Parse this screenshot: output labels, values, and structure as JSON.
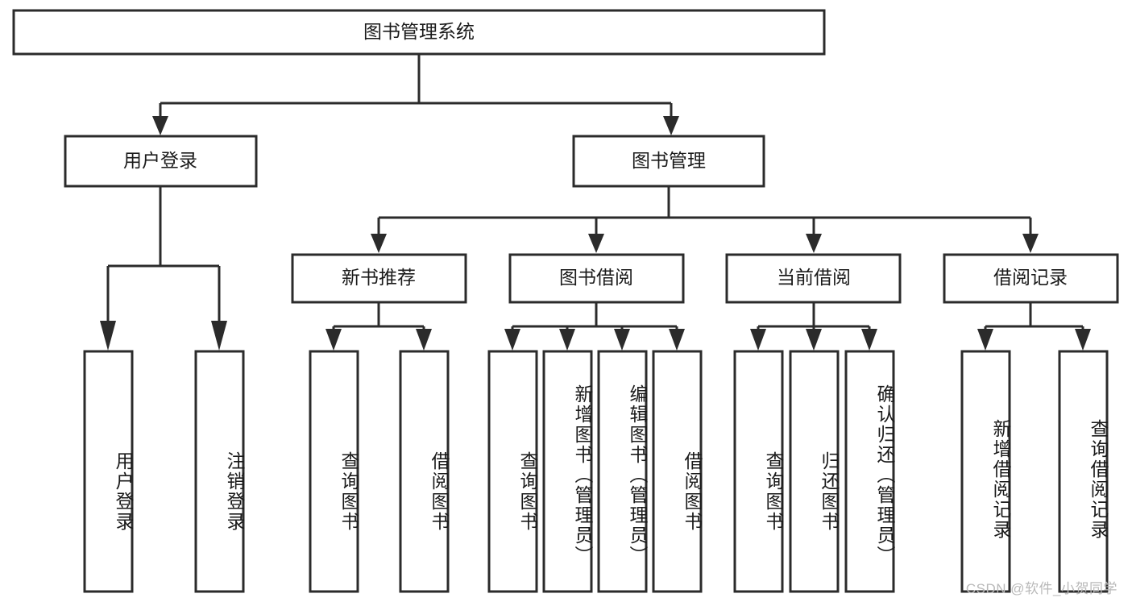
{
  "diagram": {
    "title": "图书管理系统",
    "type": "tree-hierarchy",
    "root": {
      "label": "图书管理系统"
    },
    "level2": [
      {
        "label": "用户登录"
      },
      {
        "label": "图书管理"
      }
    ],
    "level3": [
      {
        "label": "新书推荐"
      },
      {
        "label": "图书借阅"
      },
      {
        "label": "当前借阅"
      },
      {
        "label": "借阅记录"
      }
    ],
    "leaves": {
      "user_login": [
        {
          "label": "用户登录"
        },
        {
          "label": "注销登录"
        }
      ],
      "new_book_recommend": [
        {
          "label": "查询图书"
        },
        {
          "label": "借阅图书"
        }
      ],
      "book_borrow": [
        {
          "label": "查询图书"
        },
        {
          "label": "新增图书（管理员）"
        },
        {
          "label": "编辑图书（管理员）"
        },
        {
          "label": "借阅图书"
        }
      ],
      "current_borrow": [
        {
          "label": "查询图书"
        },
        {
          "label": "归还图书"
        },
        {
          "label": "确认归还（管理员）"
        }
      ],
      "borrow_record": [
        {
          "label": "新增借阅记录"
        },
        {
          "label": "查询借阅记录"
        }
      ]
    }
  },
  "watermark": {
    "text": "CSDN @软件_小贺同学"
  },
  "colors": {
    "stroke": "#2b2b2b",
    "fill": "#ffffff",
    "text": "#1a1a1a",
    "watermark": "#b9b9b9",
    "background": "#ffffff"
  }
}
